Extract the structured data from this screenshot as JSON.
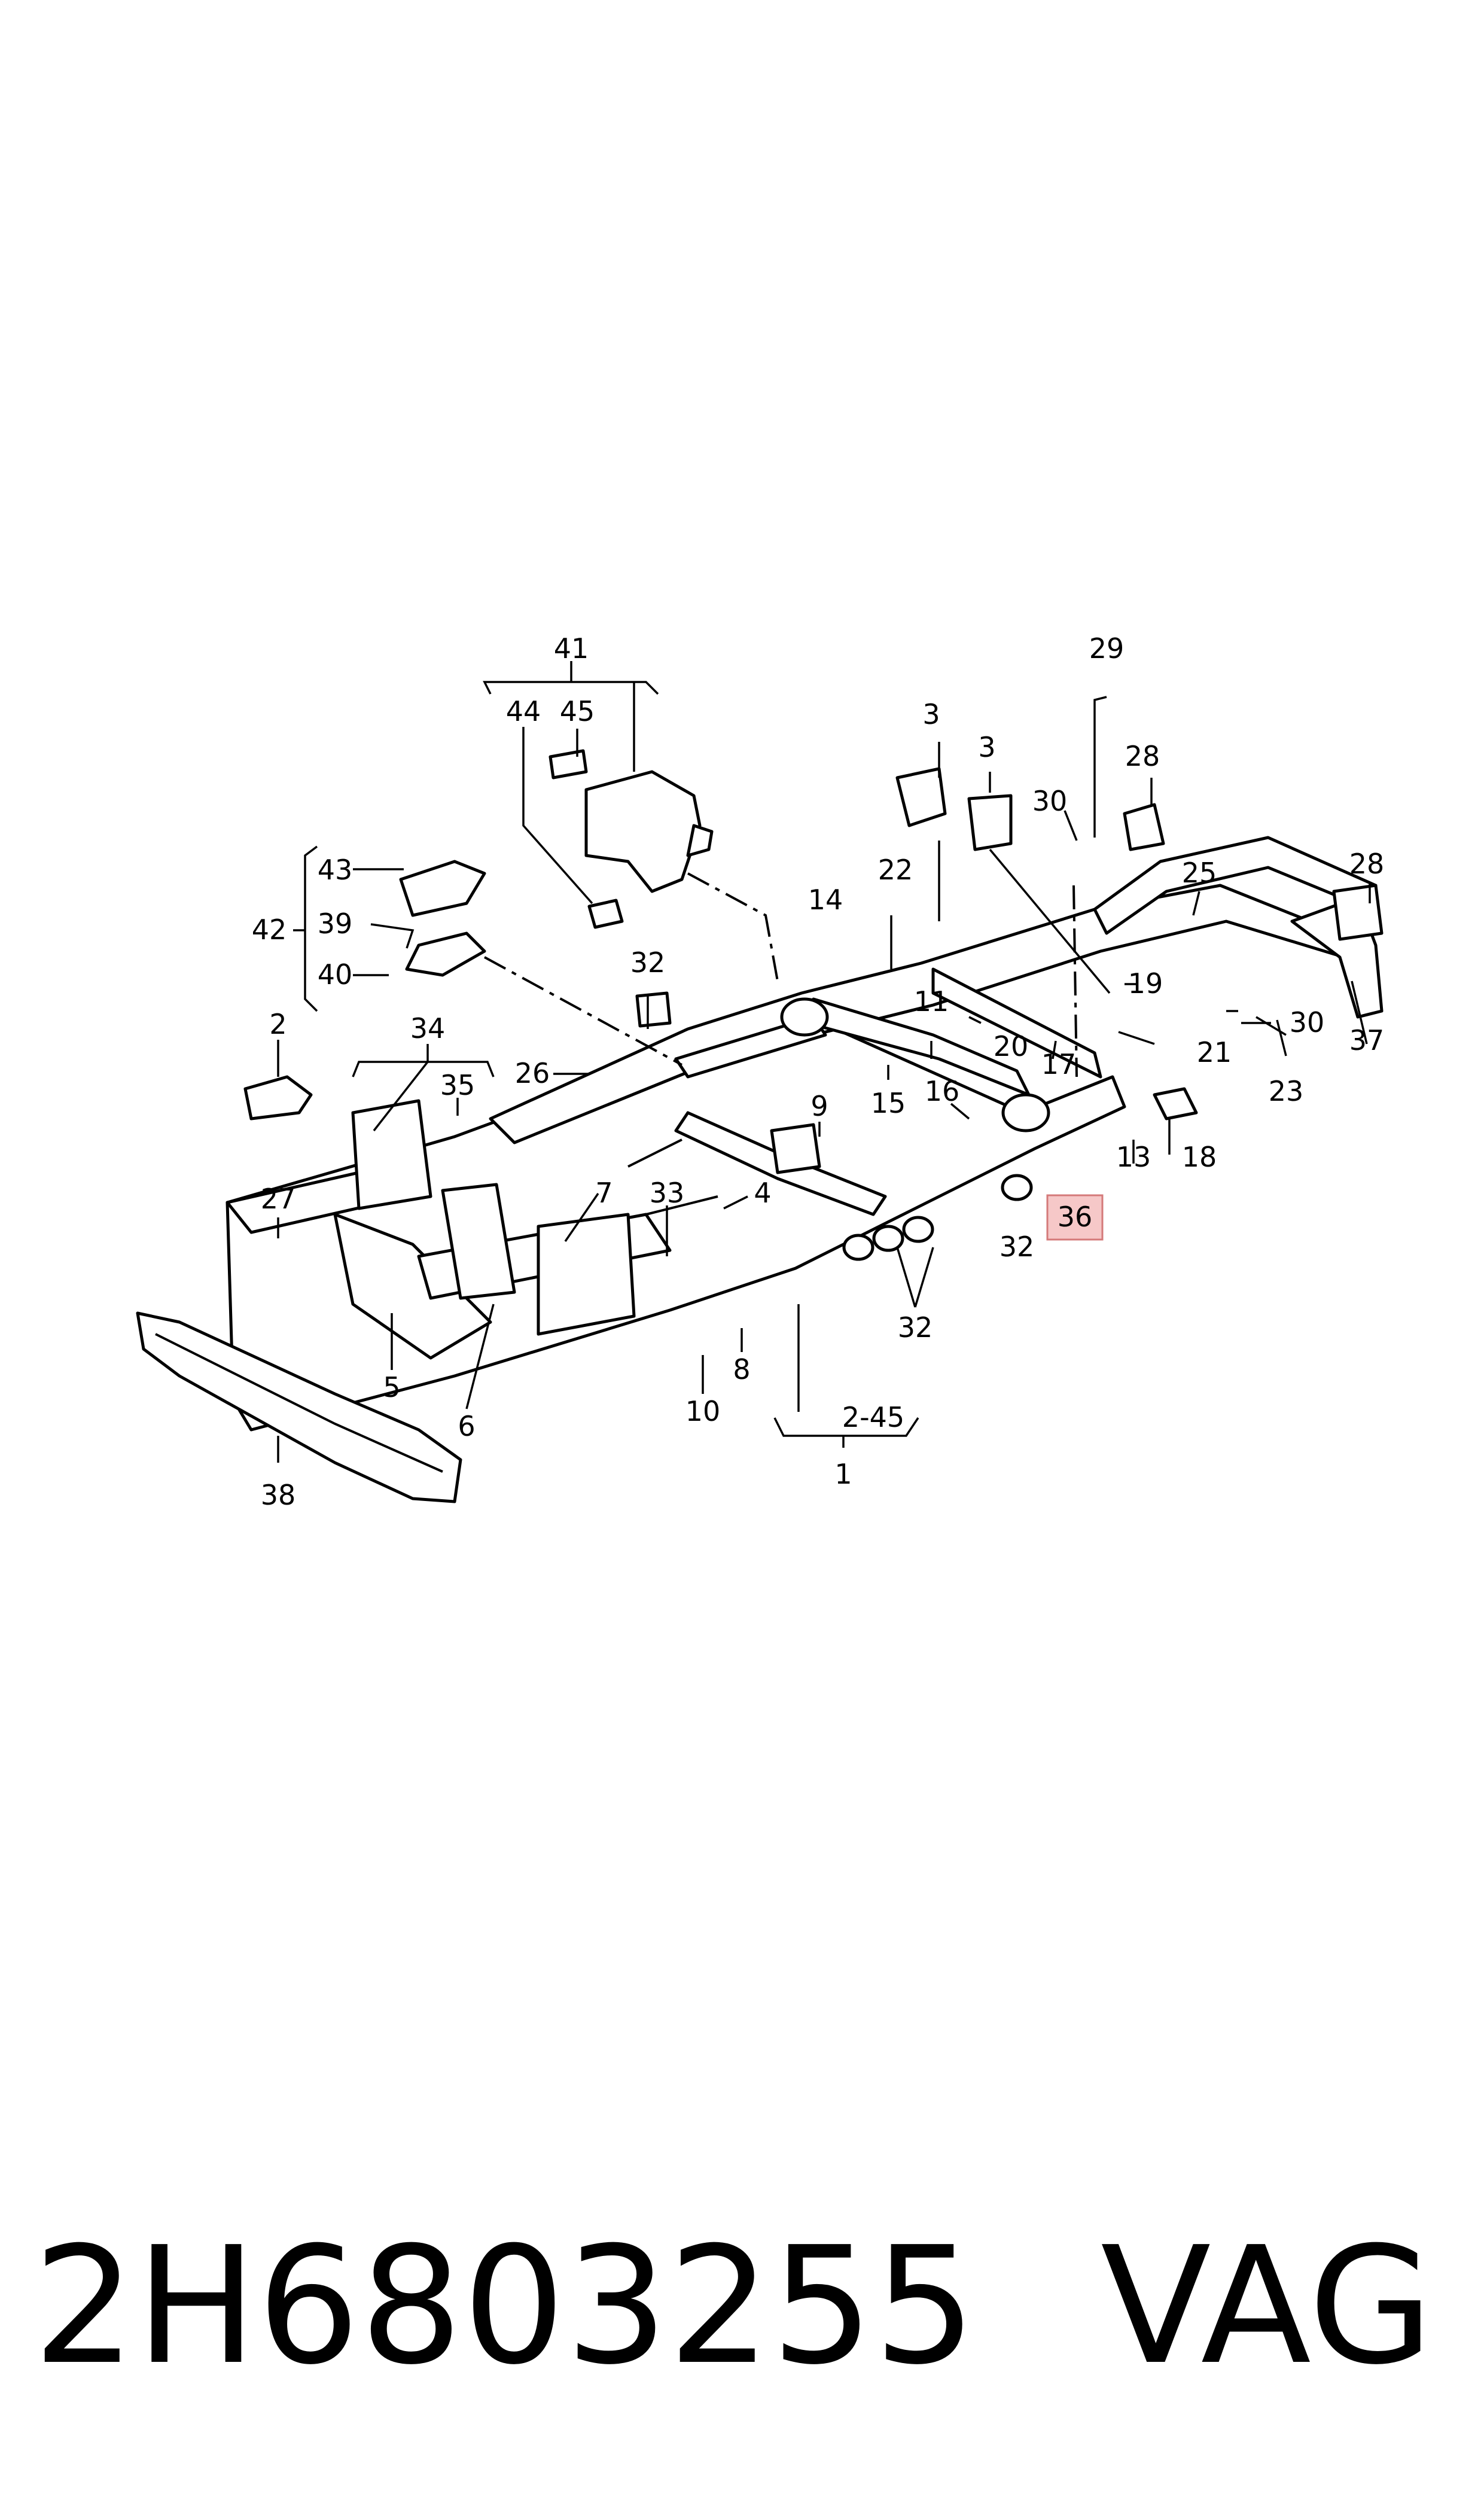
{
  "labels": {
    "l1": "1",
    "l2_45": "2-45",
    "l2": "2",
    "l3a": "3",
    "l3b": "3",
    "l4": "4",
    "l5": "5",
    "l6": "6",
    "l7": "7",
    "l8": "8",
    "l9": "9",
    "l10": "10",
    "l11": "11",
    "l13": "13",
    "l14": "14",
    "l15": "15",
    "l16": "16",
    "l17": "17",
    "l18": "18",
    "l19": "19",
    "l20": "20",
    "l21": "21",
    "l22": "22",
    "l23": "23",
    "l25": "25",
    "l26": "26",
    "l27": "27",
    "l28a": "28",
    "l28b": "28",
    "l29": "29",
    "l30a": "30",
    "l30b": "30",
    "l32a": "32",
    "l32b": "32",
    "l32c": "32",
    "l33": "33",
    "l34": "34",
    "l35": "35",
    "l36": "36",
    "l37": "37",
    "l38": "38",
    "l39": "39",
    "l40": "40",
    "l41": "41",
    "l42": "42",
    "l43": "43",
    "l44": "44",
    "l45": "45"
  },
  "highlight": {
    "label": "36",
    "color": "#f6c8c8"
  },
  "footer": {
    "part_number": "2H6803255",
    "brand": "VAG"
  }
}
